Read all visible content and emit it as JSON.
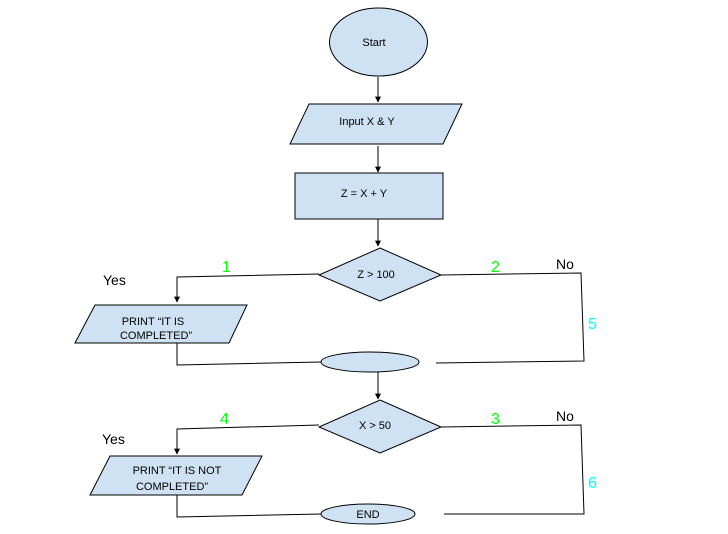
{
  "colors": {
    "node_fill": "#cfe2f3",
    "node_stroke": "#000000",
    "edge": "#000000",
    "path_number_green": "#00ff00",
    "path_number_cyan": "#00ffff"
  },
  "nodes": {
    "start": "Start",
    "input": "Input X & Y",
    "process": "Z =  X + Y",
    "decision1": "Z > 100",
    "print1_line1": "PRINT “IT IS",
    "print1_line2": "COMPLETED”",
    "connector": "",
    "decision2": "X > 50",
    "print2_line1": "PRINT “IT IS NOT",
    "print2_line2": "COMPLETED”",
    "end": "END"
  },
  "branch_labels": {
    "yes1": "Yes",
    "no1": "No",
    "yes2": "Yes",
    "no2": "No"
  },
  "path_numbers": {
    "p1": "1",
    "p2": "2",
    "p3": "3",
    "p4": "4",
    "p5": "5",
    "p6": "6"
  }
}
